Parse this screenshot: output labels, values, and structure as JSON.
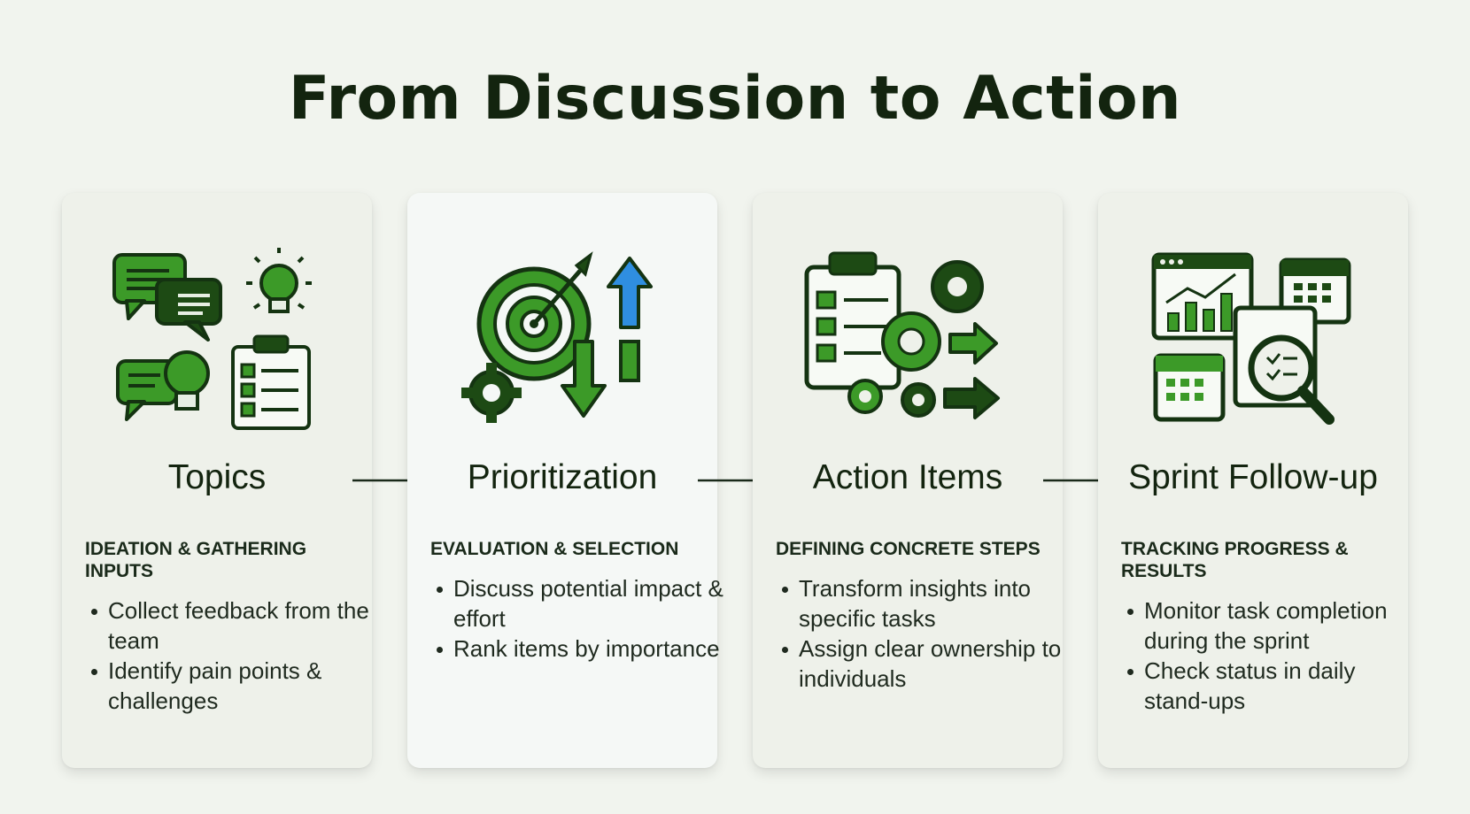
{
  "title": "From Discussion to Action",
  "colors": {
    "accent_green": "#2f8a1f",
    "dark_green": "#1d4a14",
    "blue": "#2f8ee0"
  },
  "steps": [
    {
      "title": "Topics",
      "subtitle": "IDEATION & GATHERING INPUTS",
      "bullets": [
        "Collect feedback from the team",
        "Identify pain points & challenges"
      ],
      "icons": [
        "speech-bubbles-icon",
        "lightbulb-icon",
        "chat-lightbulb-icon",
        "clipboard-checklist-icon"
      ]
    },
    {
      "title": "Prioritization",
      "subtitle": "EVALUATION & SELECTION",
      "bullets": [
        "Discuss potential impact & effort",
        "Rank items by importance"
      ],
      "icons": [
        "target-arrow-icon",
        "gear-icon",
        "up-arrow-icon",
        "down-arrow-icon"
      ]
    },
    {
      "title": "Action Items",
      "subtitle": "DEFINING CONCRETE STEPS",
      "bullets": [
        "Transform insights into specific tasks",
        "Assign clear ownership to individuals"
      ],
      "icons": [
        "clipboard-checklist-icon",
        "gears-icon",
        "right-arrows-icon"
      ]
    },
    {
      "title": "Sprint Follow-up",
      "subtitle": "TRACKING PROGRESS & RESULTS",
      "bullets": [
        "Monitor task completion during the sprint",
        "Check status in daily stand-ups"
      ],
      "icons": [
        "chart-window-icon",
        "calendar-icon",
        "magnifier-checklist-icon"
      ]
    }
  ]
}
